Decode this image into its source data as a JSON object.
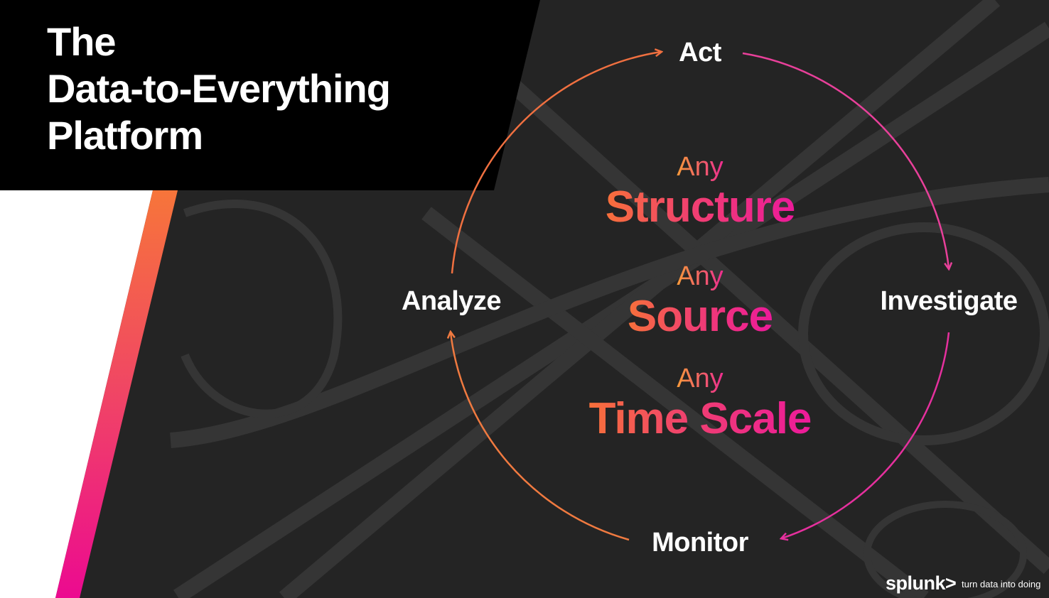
{
  "title": {
    "line1": "The",
    "line2": "Data-to-Everything",
    "line3": "Platform"
  },
  "cycle": {
    "act": "Act",
    "investigate": "Investigate",
    "monitor": "Monitor",
    "analyze": "Analyze"
  },
  "center": [
    {
      "prefix": "Any",
      "word": "Structure"
    },
    {
      "prefix": "Any",
      "word": "Source"
    },
    {
      "prefix": "Any",
      "word": "Time Scale"
    }
  ],
  "footer": {
    "logo": "splunk>",
    "tagline": "turn data into doing"
  },
  "colors": {
    "orange": "#f7703a",
    "pink": "#ec1a9a",
    "black": "#000000"
  }
}
